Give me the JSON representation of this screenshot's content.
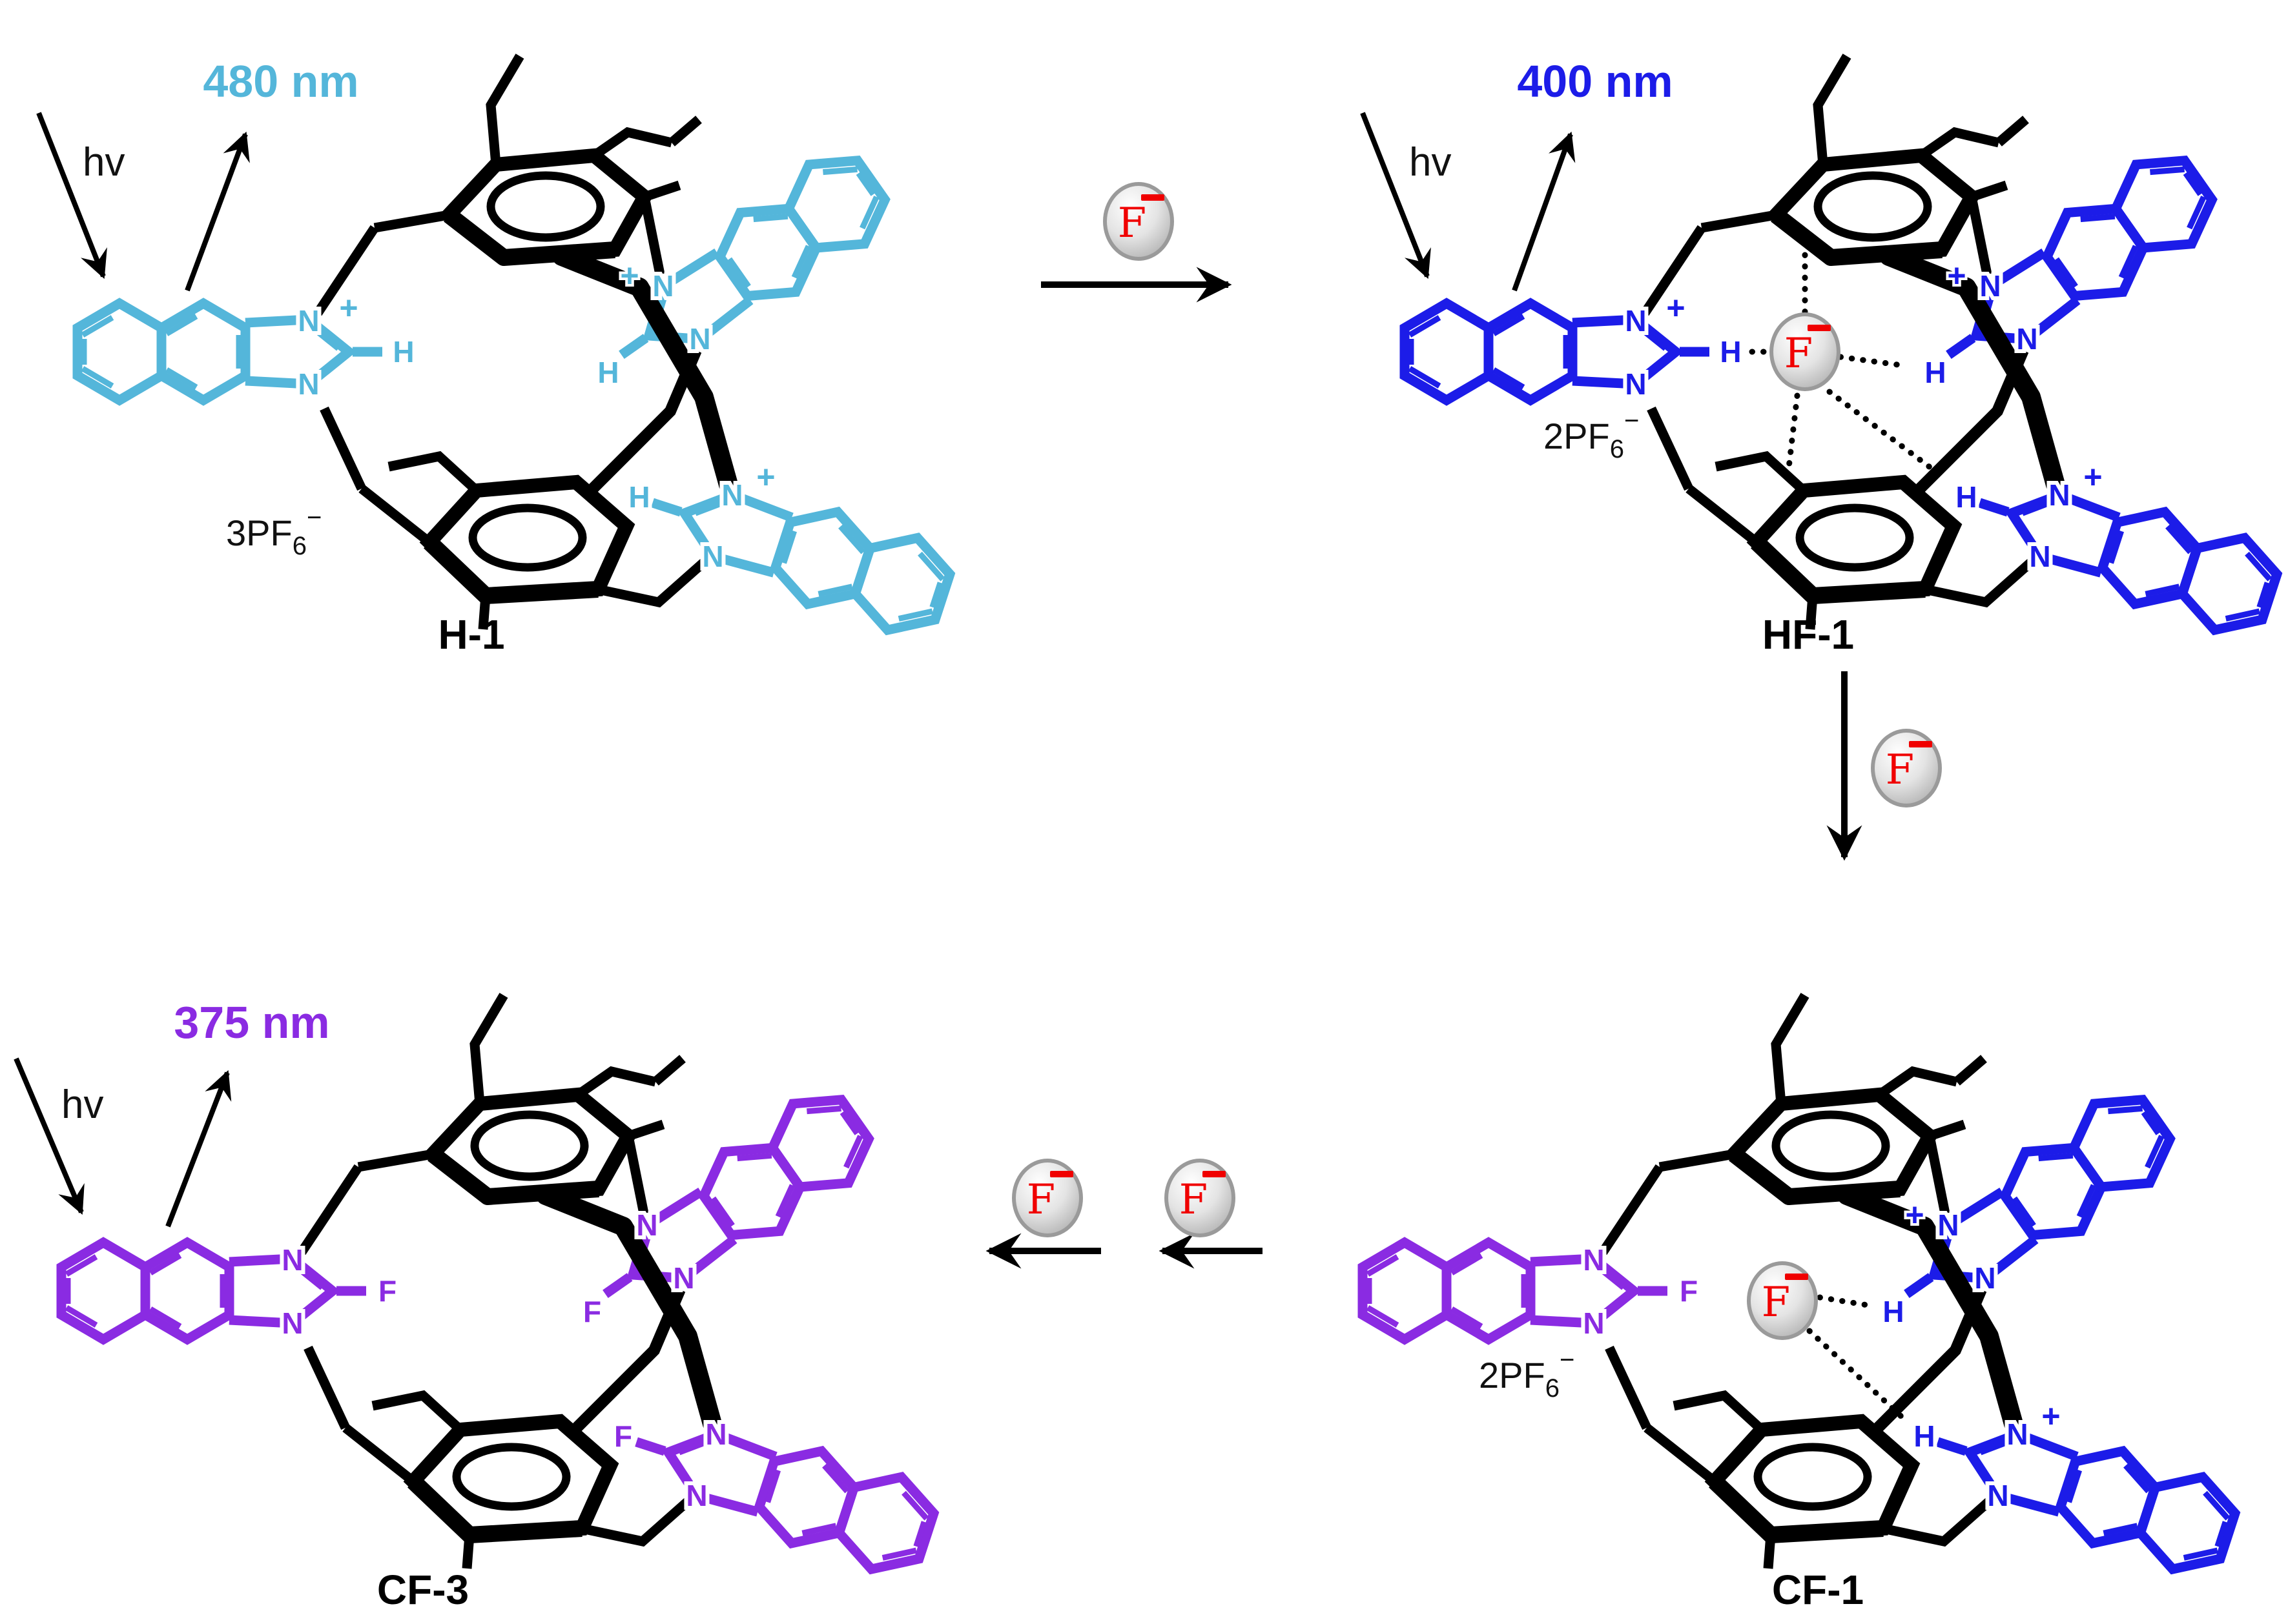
{
  "figure": {
    "type": "reaction-scheme",
    "description_visible_only": "Four macrocyclic cage structures connected by fluoride addition arrows"
  },
  "colors": {
    "h1_structure": "#54b6da",
    "hf1_structure": "#1c1ce8",
    "cf_purple_structure": "#8a2be2",
    "cage_black": "#000000",
    "fluoride_red": "#f00000",
    "sphere_gray": "#c9c9c9"
  },
  "atoms": {
    "nitrogen": "N",
    "hydrogen": "H",
    "fluorine": "F",
    "plus": "+"
  },
  "fluoride_ball": {
    "symbol": "F",
    "charge": "−"
  },
  "photophysics": {
    "excitation": "hv",
    "emissions": {
      "h1": "480 nm",
      "hf1": "400 nm",
      "cf3": "375 nm"
    }
  },
  "compounds": [
    {
      "id": "H-1",
      "label": "H-1",
      "emission": "480 nm",
      "emission_color": "#54b6da",
      "counterion": {
        "prefix": "3PF",
        "sub": "6",
        "sup": "−"
      }
    },
    {
      "id": "HF-1",
      "label": "HF-1",
      "emission": "400 nm",
      "emission_color": "#1c1ce8",
      "counterion": {
        "prefix": "2PF",
        "sub": "6",
        "sup": "−"
      }
    },
    {
      "id": "CF-1",
      "label": "CF-1",
      "counterion": {
        "prefix": "2PF",
        "sub": "6",
        "sup": "−"
      }
    },
    {
      "id": "CF-3",
      "label": "CF-3",
      "emission": "375 nm",
      "emission_color": "#8a2be2"
    }
  ],
  "steps": [
    {
      "from": "H-1",
      "to": "HF-1",
      "reagent": "F−",
      "direction": "right"
    },
    {
      "from": "HF-1",
      "to": "CF-1",
      "reagent": "F−",
      "direction": "down"
    },
    {
      "from": "CF-1",
      "to": "CF-3",
      "reagent": "F−",
      "equivalent_arrows": 2,
      "direction": "left"
    }
  ]
}
